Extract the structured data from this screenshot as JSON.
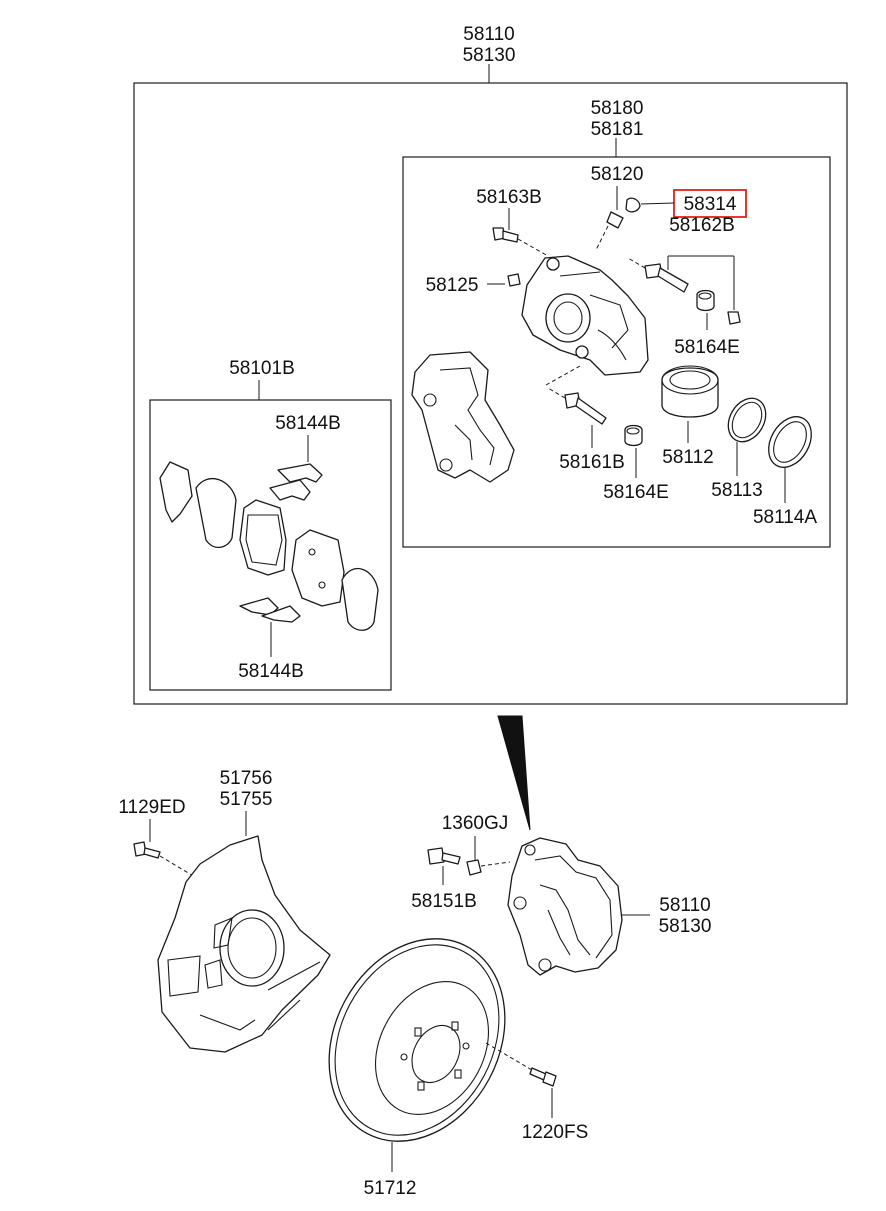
{
  "labels": {
    "assy_top_1": "58110",
    "assy_top_2": "58130",
    "caliper_kit_1": "58180",
    "caliper_kit_2": "58181",
    "guide_rod": "58120",
    "boot_highlight": "58314",
    "bolt_58163b": "58163B",
    "bolt_58162b": "58162B",
    "cap_58125": "58125",
    "bushing_58164e_a": "58164E",
    "bolt_58161b": "58161B",
    "piston_58112": "58112",
    "bushing_58164e_b": "58164E",
    "ring_58113": "58113",
    "seal_58114a": "58114A",
    "pad_kit": "58101B",
    "clip_upper": "58144B",
    "clip_lower": "58144B",
    "bolt_1129ed": "1129ED",
    "cover_1": "51756",
    "cover_2": "51755",
    "bolt_1360gj": "1360GJ",
    "bolt_58151b": "58151B",
    "caliper_1": "58110",
    "caliper_2": "58130",
    "screw_1220fs": "1220FS",
    "disc_51712": "51712"
  },
  "colors": {
    "highlight": "#e02020",
    "line": "#1a1a1a",
    "background": "#ffffff"
  }
}
